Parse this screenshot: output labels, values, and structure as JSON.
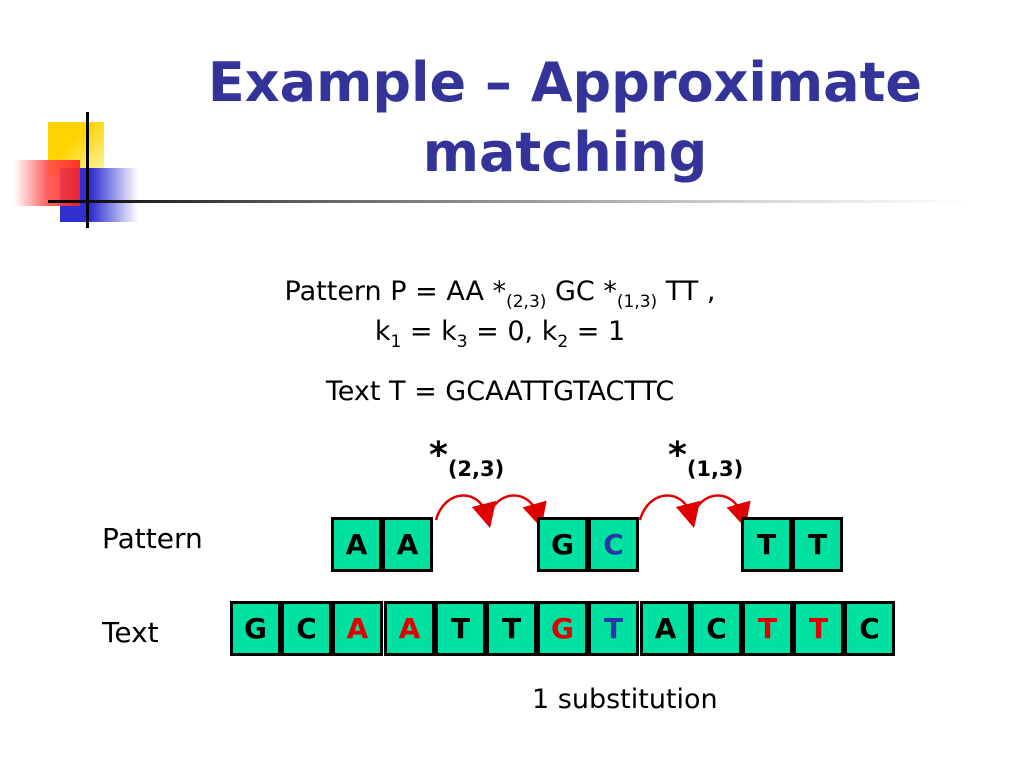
{
  "slide": {
    "title": "Example – Approximate matching",
    "pattern_def": {
      "prefix": "Pattern P = AA *",
      "sub1": "(2,3)",
      "mid": " GC *",
      "sub2": "(1,3)",
      "suffix": " TT ,"
    },
    "k_def": {
      "k1": "k",
      "k1_sub": "1",
      "eq1": " = k",
      "k3_sub": "3",
      "eq2": " = 0, k",
      "k2_sub": "2",
      "eq3": " = 1"
    },
    "text_def": "Text T = GCAATTGTACTTC",
    "gap1": {
      "star": "*",
      "label": "(2,3",
      "close": ")"
    },
    "gap2": {
      "star": "*",
      "label": "(1,3",
      "close": ")"
    },
    "pattern_label": "Pattern",
    "text_label": "Text",
    "pattern_cells": [
      {
        "letter": "A",
        "color": "black"
      },
      {
        "letter": "A",
        "color": "black"
      },
      {
        "letter": "G",
        "color": "black"
      },
      {
        "letter": "C",
        "color": "blue"
      },
      {
        "letter": "T",
        "color": "black"
      },
      {
        "letter": "T",
        "color": "black"
      }
    ],
    "text_cells": [
      {
        "letter": "G",
        "color": "black"
      },
      {
        "letter": "C",
        "color": "black"
      },
      {
        "letter": "A",
        "color": "red"
      },
      {
        "letter": "A",
        "color": "red"
      },
      {
        "letter": "T",
        "color": "black"
      },
      {
        "letter": "T",
        "color": "black"
      },
      {
        "letter": "G",
        "color": "red"
      },
      {
        "letter": "T",
        "color": "blue"
      },
      {
        "letter": "A",
        "color": "black"
      },
      {
        "letter": "C",
        "color": "black"
      },
      {
        "letter": "T",
        "color": "red"
      },
      {
        "letter": "T",
        "color": "red"
      },
      {
        "letter": "C",
        "color": "black"
      }
    ],
    "note": "1 substitution",
    "colors": {
      "title": "#333399",
      "cell_fill": "#00e0a0",
      "red": "#e00000",
      "blue": "#2a35a8",
      "arc": "#e00000"
    }
  }
}
